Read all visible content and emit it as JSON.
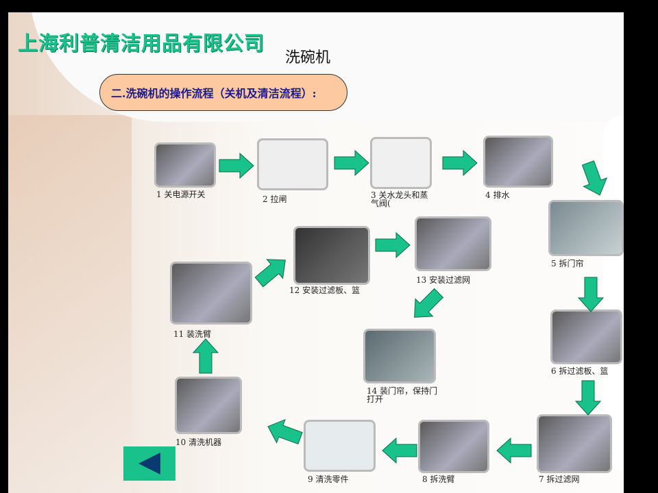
{
  "header": {
    "company": "上海利普清洁用品有限公司",
    "product": "洗碗机",
    "section_title": "二.洗碗机的操作流程（关机及清洁流程）:"
  },
  "steps": [
    {
      "label": "1 关电源开关"
    },
    {
      "label": "2 拉闸"
    },
    {
      "label": "3 关水龙头和蒸气阀(",
      "label2": ""
    },
    {
      "label": "4 排水"
    },
    {
      "label": "5 拆门帘"
    },
    {
      "label": "6 拆过滤板、篮"
    },
    {
      "label": "7 拆过滤网"
    },
    {
      "label": "8 拆洗臂"
    },
    {
      "label": "9 清洗零件"
    },
    {
      "label": "10 清洗机器"
    },
    {
      "label": "11 装洗臂"
    },
    {
      "label": "12 安装过滤板、篮"
    },
    {
      "label": "13 安装过滤网"
    },
    {
      "label": "14 装门帘，保持门打开"
    }
  ],
  "colors": {
    "arrow": "#19c28a",
    "pill": "#fcc9a0",
    "company": "#19c28a"
  },
  "nav": {
    "back_icon": "triangle-left-icon"
  }
}
